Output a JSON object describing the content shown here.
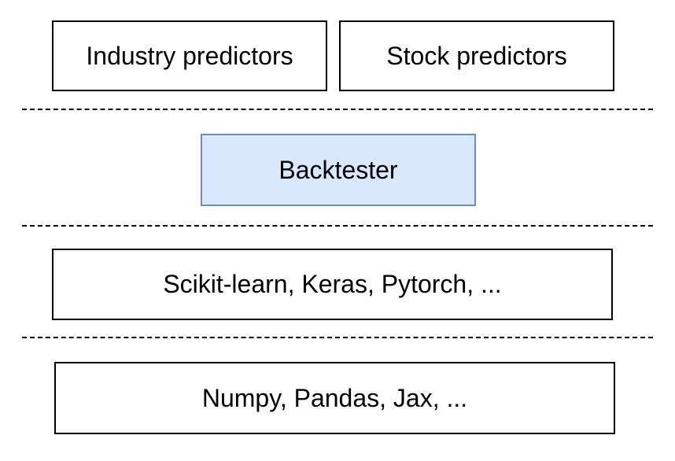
{
  "layers": {
    "top": {
      "left_label": "Industry predictors",
      "right_label": "Stock predictors"
    },
    "backtester": {
      "label": "Backtester",
      "fill_color": "#dae8fc",
      "border_color": "#6c8ebf"
    },
    "ml_frameworks": {
      "label": "Scikit-learn, Keras, Pytorch, ..."
    },
    "base_libraries": {
      "label": "Numpy, Pandas, Jax, ..."
    }
  }
}
